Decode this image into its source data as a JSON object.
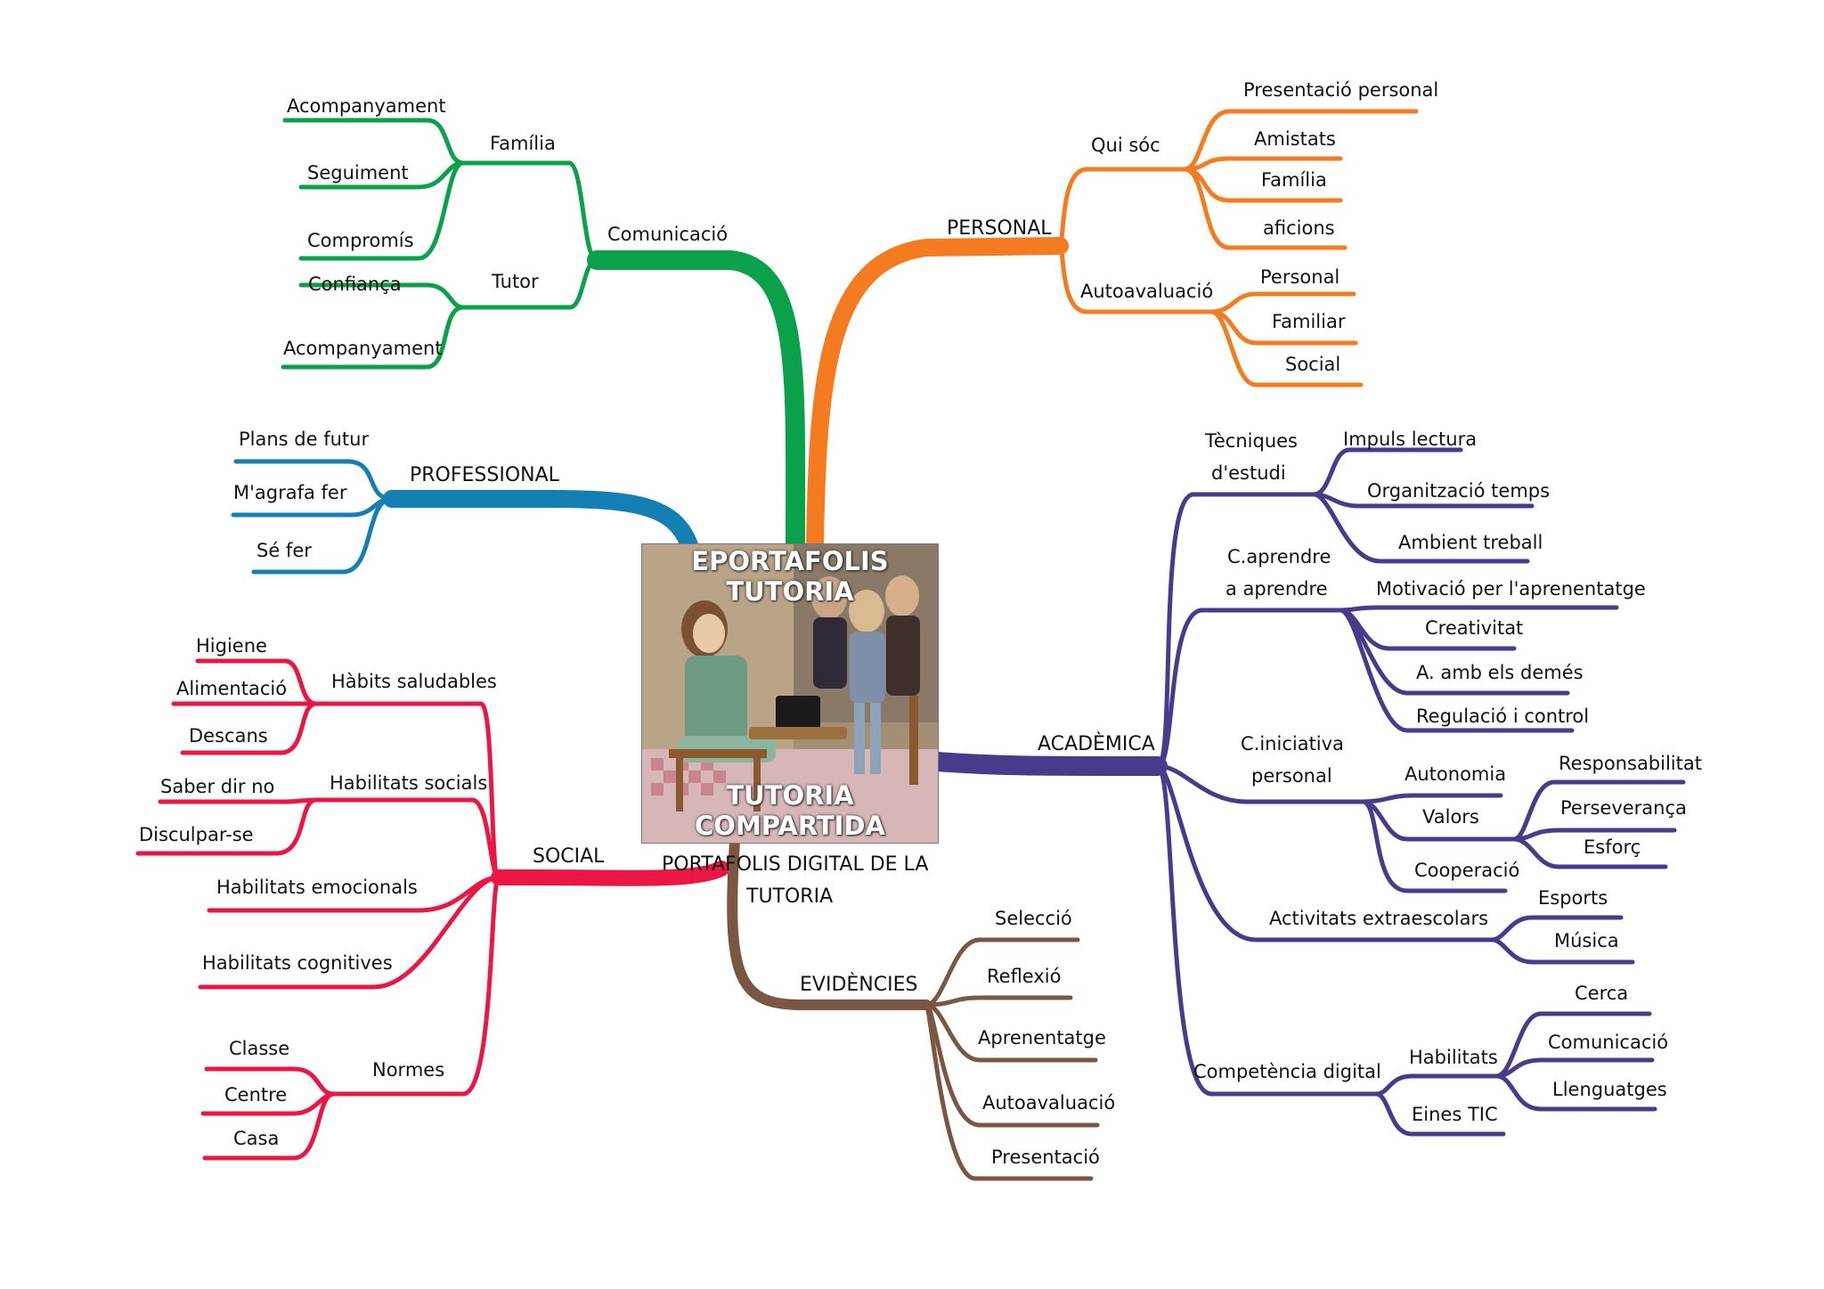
{
  "center": {
    "photo_top_text": "EPORTAFOLIS TUTORIA",
    "photo_bottom_text": "TUTORIA COMPARTIDA",
    "caption_line1": "PORTAFOLIS DIGITAL DE LA",
    "caption_line2": "TUTORIA"
  },
  "colors": {
    "green": "#0aa14a",
    "orange": "#f47b20",
    "blue": "#137fb3",
    "red": "#ea1745",
    "brown": "#7a5643",
    "purple": "#4a3a8c"
  },
  "branches": {
    "comunicacio": {
      "label": "Comunicació",
      "familia": {
        "label": "Família",
        "items": [
          "Acompanyament",
          "Seguiment",
          "Compromís"
        ]
      },
      "tutor": {
        "label": "Tutor",
        "items": [
          "Confiança",
          "Acompanyament"
        ]
      }
    },
    "personal": {
      "label": "PERSONAL",
      "qui_soc": {
        "label": "Qui sóc",
        "items": [
          "Presentació personal",
          "Amistats",
          "Família",
          "aficions"
        ]
      },
      "autoavaluacio": {
        "label": "Autoavaluació",
        "items": [
          "Personal",
          "Familiar",
          "Social"
        ]
      }
    },
    "professional": {
      "label": "PROFESSIONAL",
      "items": [
        "Plans de futur",
        "M'agrafa fer",
        "Sé fer"
      ]
    },
    "social": {
      "label": "SOCIAL",
      "habits": {
        "label": "Hàbits saludables",
        "items": [
          "Higiene",
          "Alimentació",
          "Descans"
        ]
      },
      "habilitats_socials": {
        "label": "Habilitats socials",
        "items": [
          "Saber dir no",
          "Disculpar-se"
        ]
      },
      "emocionals": "Habilitats emocionals",
      "cognitives": "Habilitats cognitives",
      "normes": {
        "label": "Normes",
        "items": [
          "Classe",
          "Centre",
          "Casa"
        ]
      }
    },
    "evidencies": {
      "label": "EVIDÈNCIES",
      "items": [
        "Selecció",
        "Reflexió",
        "Aprenentatge",
        "Autoavaluació",
        "Presentació"
      ]
    },
    "academica": {
      "label": "ACADÈMICA",
      "tecniques": {
        "label_line1": "Tècniques",
        "label_line2": "d'estudi",
        "items": [
          "Impuls lectura",
          "Organització temps",
          "Ambient treball"
        ]
      },
      "aprendre": {
        "label_line1": "C.aprendre",
        "label_line2": "a aprendre",
        "items": [
          "Motivació per l'aprenentatge",
          "Creativitat",
          "A. amb els demés",
          "Regulació i control"
        ]
      },
      "iniciativa": {
        "label_line1": "C.iniciativa",
        "label_line2": "personal",
        "autonomia": "Autonomia",
        "valors": {
          "label": "Valors",
          "items": [
            "Responsabilitat",
            "Perseverança",
            "Esforç"
          ]
        },
        "cooperacio": "Cooperació"
      },
      "extraescolars": {
        "label": "Activitats extraescolars",
        "items": [
          "Esports",
          "Música"
        ]
      },
      "digital": {
        "label": "Competència digital",
        "habilitats": {
          "label": "Habilitats",
          "items": [
            "Cerca",
            "Comunicació",
            "Llenguatges"
          ]
        },
        "eines": "Eines TIC"
      }
    }
  }
}
